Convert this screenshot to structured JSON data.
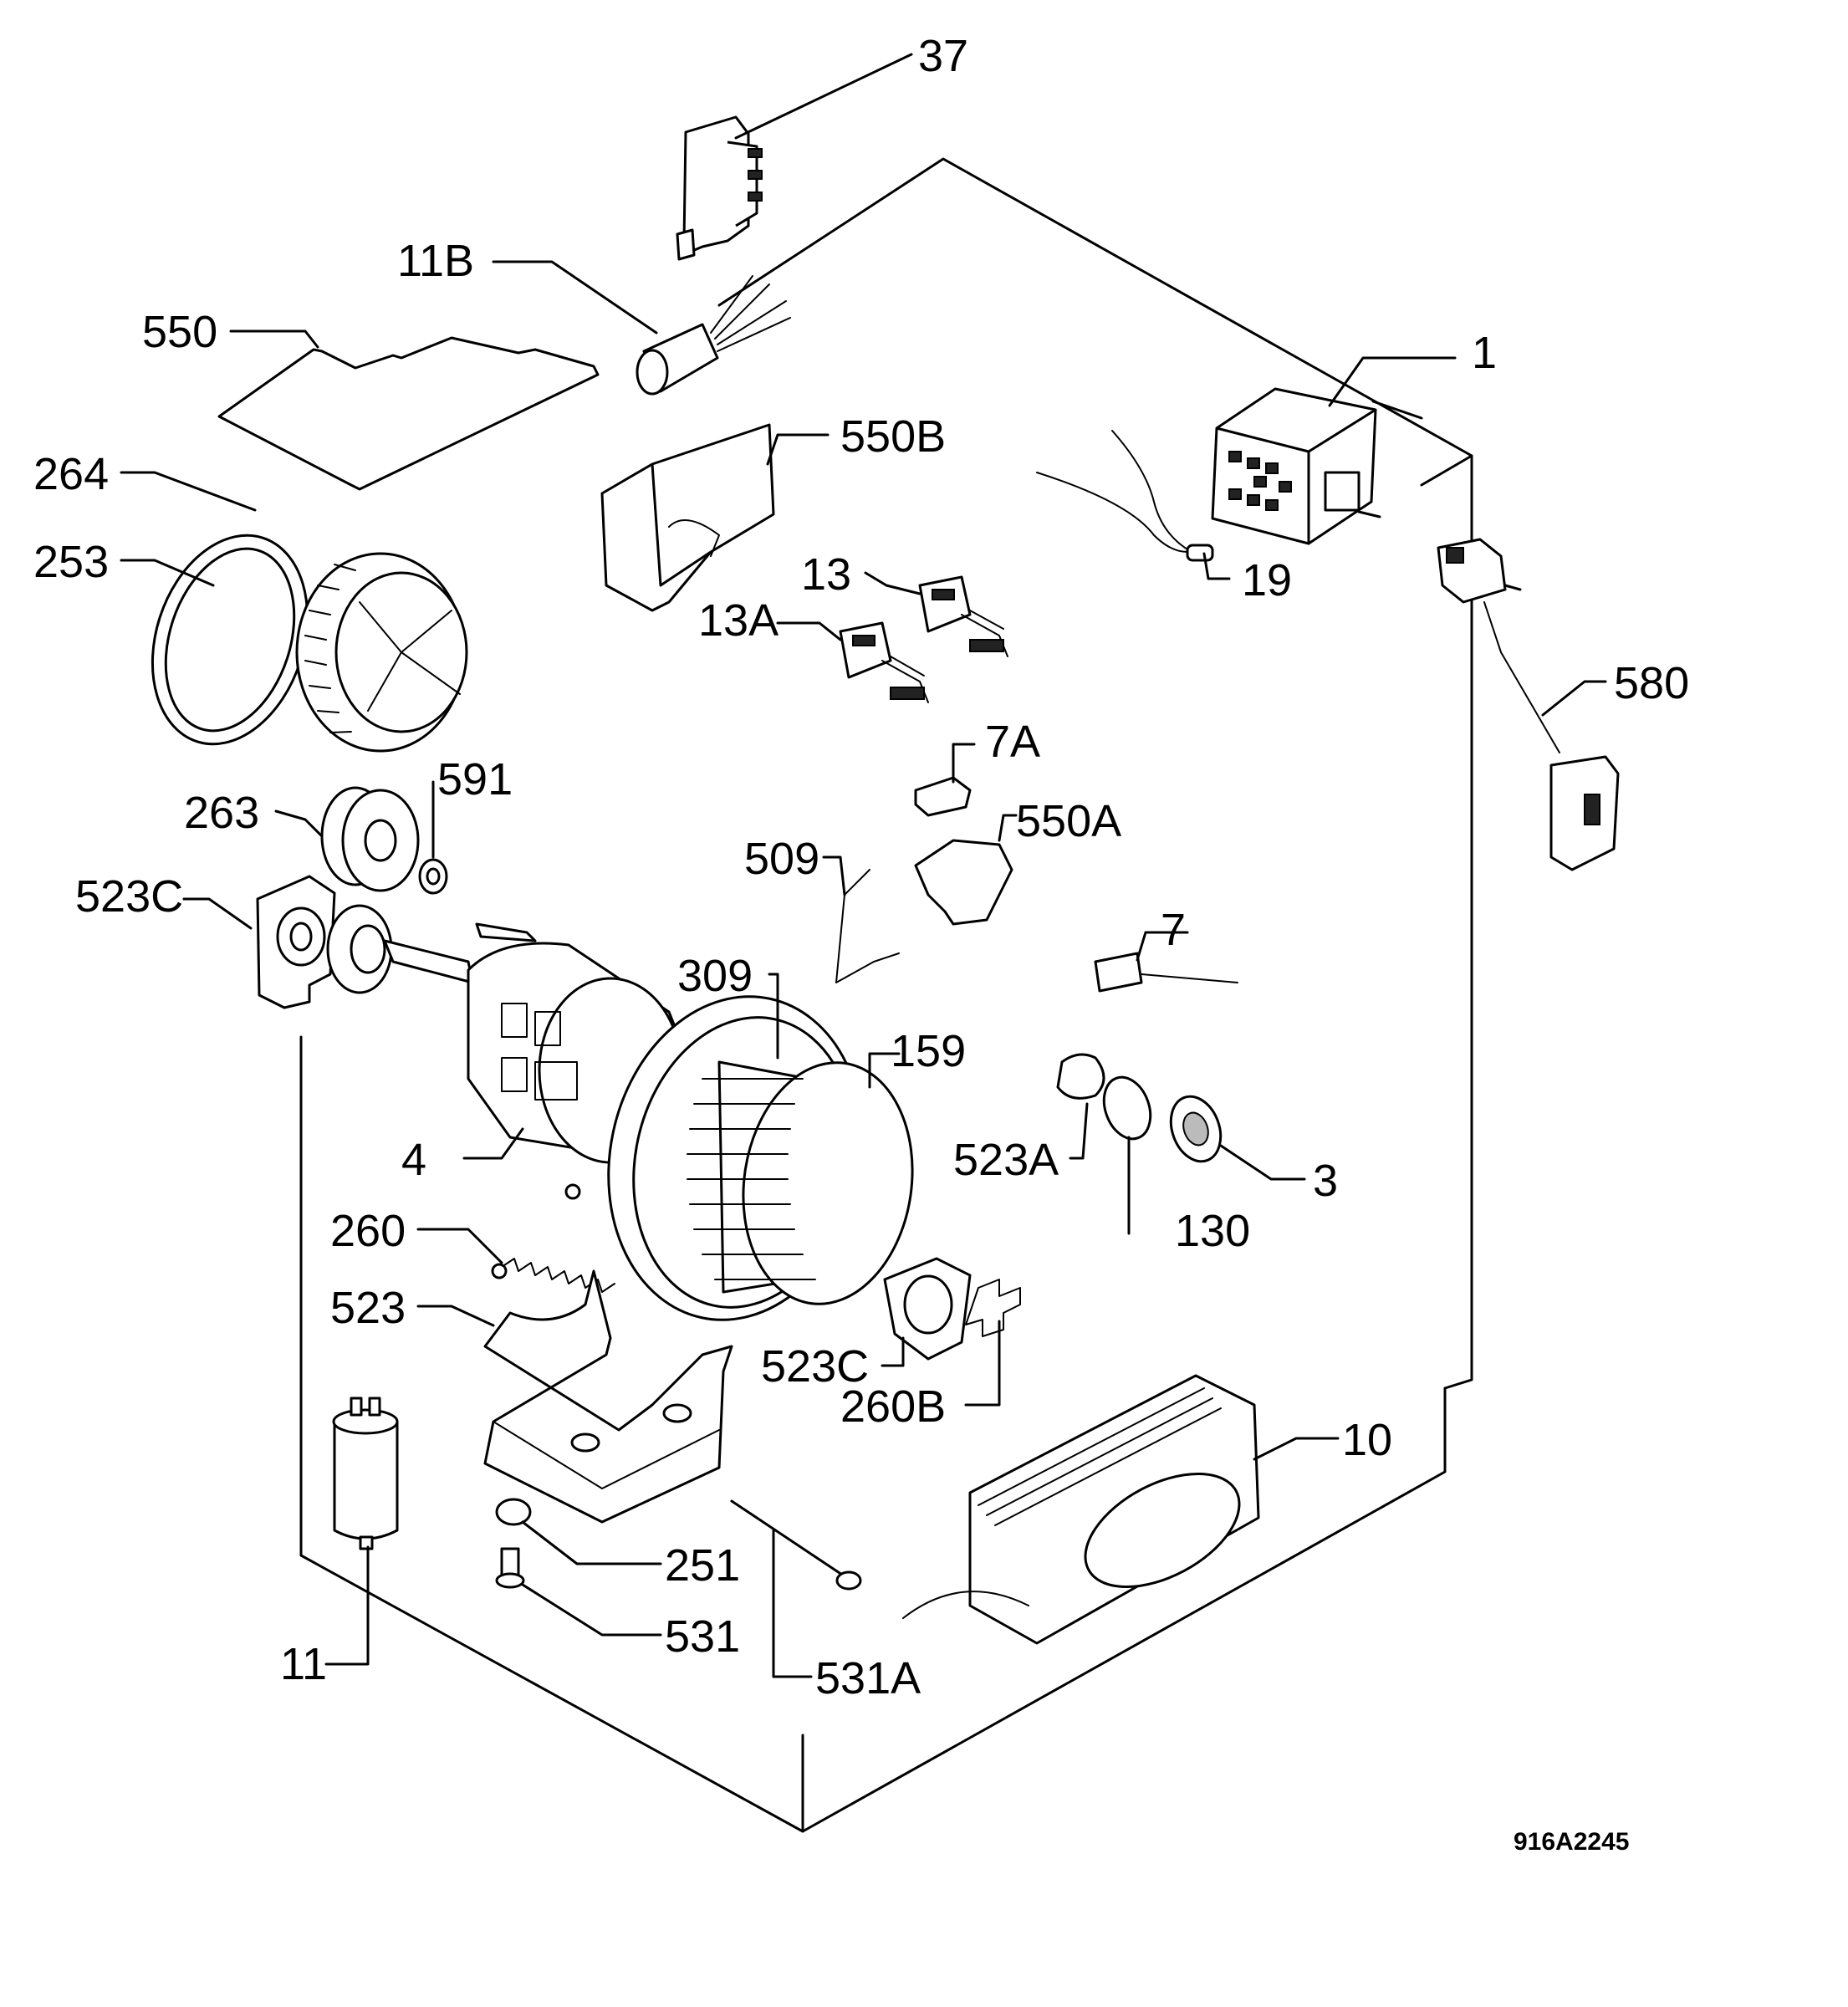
{
  "labels": {
    "p37": "37",
    "p11b": "11B",
    "p550": "550",
    "p1": "1",
    "p550b": "550B",
    "p264": "264",
    "p253": "253",
    "p19": "19",
    "p13": "13",
    "p13a": "13A",
    "p580": "580",
    "p7a": "7A",
    "p591": "591",
    "p263": "263",
    "p550a": "550A",
    "p523c_top": "523C",
    "p509": "509",
    "p7": "7",
    "p309": "309",
    "p159": "159",
    "p4": "4",
    "p523a": "523A",
    "p3": "3",
    "p130": "130",
    "p260": "260",
    "p523": "523",
    "p523c_bottom": "523C",
    "p260b": "260B",
    "p10": "10",
    "p251": "251",
    "p531": "531",
    "p11": "11",
    "p531a": "531A"
  },
  "drawing_code": "916A2245"
}
